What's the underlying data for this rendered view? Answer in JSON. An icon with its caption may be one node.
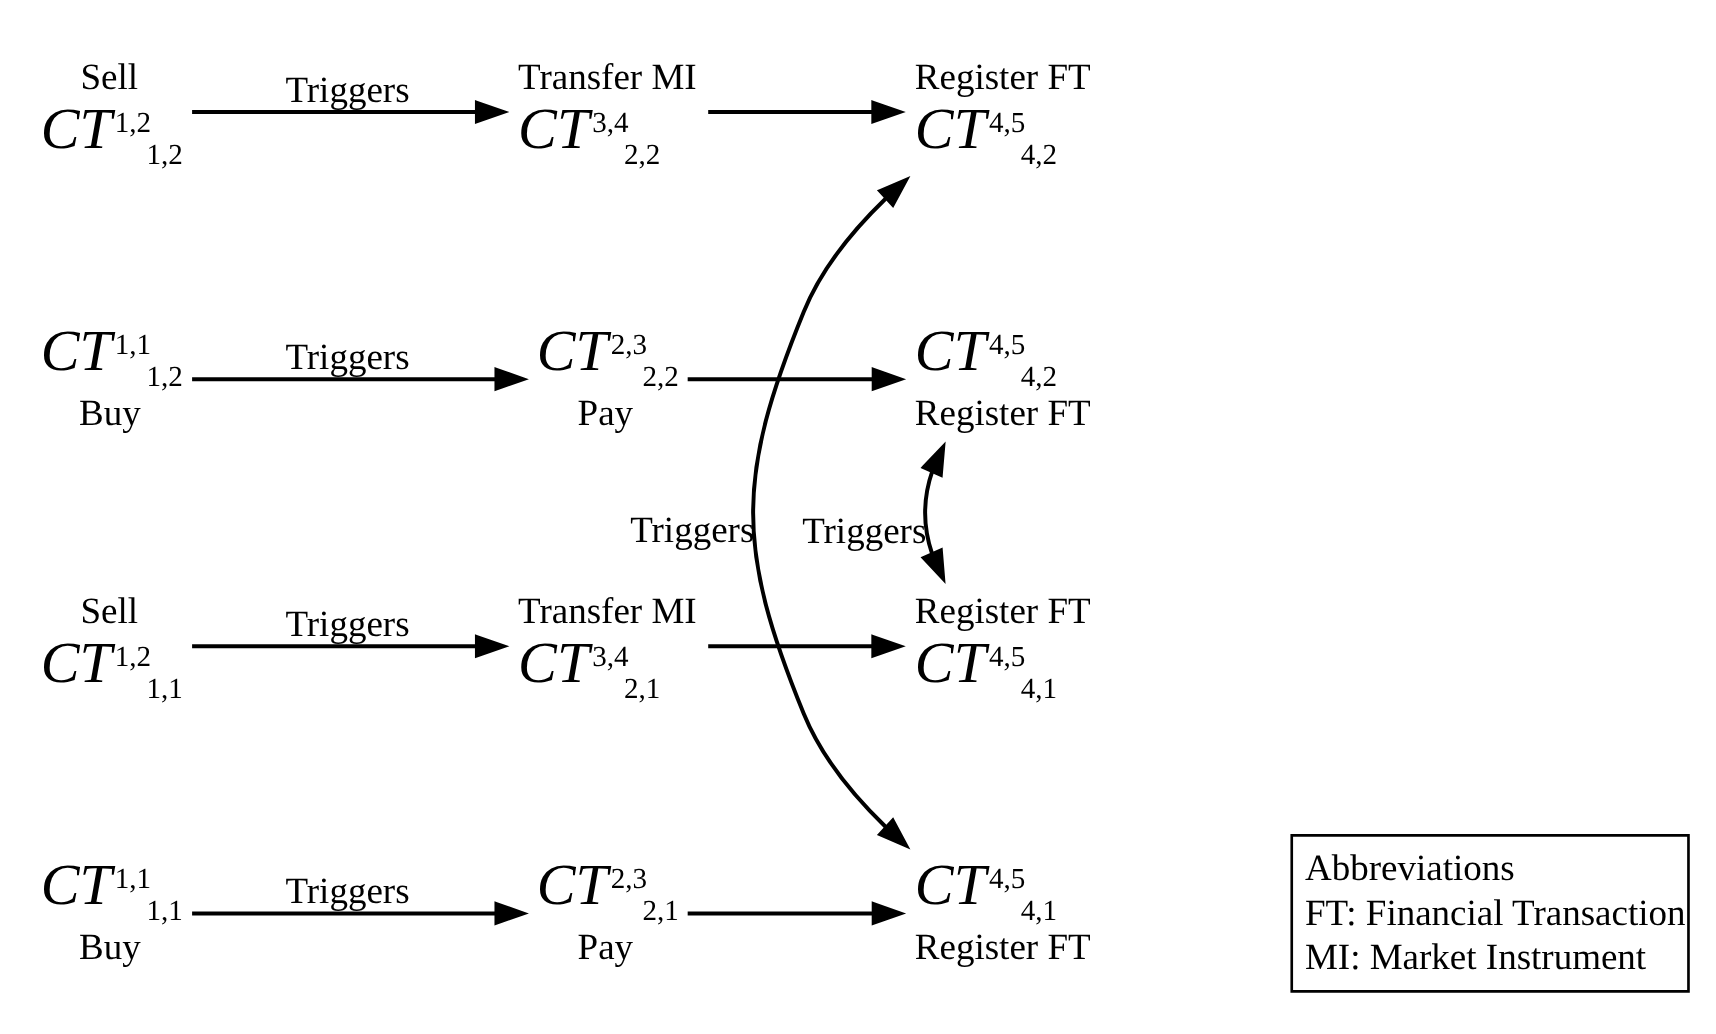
{
  "diagram": {
    "nodes": [
      {
        "text": [
          "*CT*$^{1,2}$$_{1,2}$"
        ],
        "beside": [
          "Sell"
        ]
      },
      {
        "text": [
          "*CT*$^{3,4}$$_{2,2}$"
        ],
        "beside": [
          "Transfer MI"
        ]
      },
      {
        "text": [
          "*CT*$^{4,5}$$_{4,2}$"
        ],
        "beside": [
          "Register FT"
        ]
      },
      {
        "text": [
          "*CT*$^{1,1}$$_{1,2}$"
        ],
        "beside": [
          "Buy"
        ]
      },
      {
        "text": [
          "*CT*$^{2,3}$$_{2,2}$"
        ],
        "beside": [
          "Pay"
        ]
      },
      {
        "text": [
          "*CT*$^{4,5}$$_{4,2}$"
        ],
        "beside": [
          "Register FT"
        ]
      },
      {
        "text": [
          "*CT*$^{1,2}$$_{1,1}$"
        ],
        "beside": [
          "Sell"
        ]
      },
      {
        "text": [
          "*CT*$^{3,4}$$_{2,1}$"
        ],
        "beside": [
          "Transfer MI"
        ]
      },
      {
        "text": [
          "*CT*$^{4,5}$$_{4,1}$"
        ],
        "beside": [
          "Register FT"
        ]
      },
      {
        "text": [
          "*CT*$^{1,1}$$_{1,1}$"
        ],
        "beside": [
          "Buy"
        ]
      },
      {
        "text": [
          "*CT*$^{2,3}$$_{2,1}$"
        ],
        "beside": [
          "Pay"
        ]
      },
      {
        "text": [
          "*CT*$^{4,5}$$_{4,1}$"
        ],
        "beside": [
          "Register FT"
        ]
      },
      {
        "text": [
          "Abbreviations",
          "FT: Financial Transaction",
          "MI: Market Instrument"
        ]
      }
    ],
    "edges": [
      {
        "from": 0,
        "to": 1,
        "arrow": "to",
        "label": "Triggers"
      },
      {
        "from": 1,
        "to": 2,
        "arrow": "to"
      },
      {
        "from": 3,
        "to": 4,
        "arrow": "to",
        "label": "Triggers"
      },
      {
        "from": 4,
        "to": 5,
        "arrow": "to"
      },
      {
        "from": 6,
        "to": 7,
        "arrow": "to",
        "label": "Triggers"
      },
      {
        "from": 7,
        "to": 8,
        "arrow": "to"
      },
      {
        "from": 9,
        "to": 10,
        "arrow": "to",
        "label": "Triggers"
      },
      {
        "from": 10,
        "to": 11,
        "arrow": "to"
      },
      {
        "from": 5,
        "to": 8,
        "arrow": "both",
        "label": "Triggers"
      },
      {
        "from": 2,
        "to": 11,
        "arrow": "both",
        "label": "Triggers"
      }
    ]
  }
}
